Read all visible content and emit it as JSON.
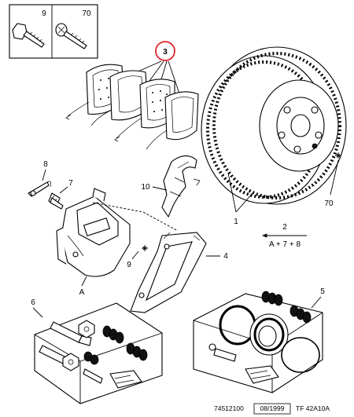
{
  "callouts": {
    "c1": "1",
    "c2": "2",
    "c3": "3",
    "c4": "4",
    "c5": "5",
    "c6": "6",
    "c7": "7",
    "c8": "8",
    "c9": "9",
    "c10": "10",
    "c70": "70",
    "cA": "A"
  },
  "legend_box": {
    "left_label": "9",
    "right_label": "70"
  },
  "formula": {
    "label": "2",
    "expression": "A + 7 + 8"
  },
  "footer": {
    "ref": "74512100",
    "date": "08/1999",
    "code": "TF 42A10A"
  },
  "colors": {
    "highlight_circle": "#e0242a",
    "ink": "#000000",
    "paper": "#ffffff"
  }
}
